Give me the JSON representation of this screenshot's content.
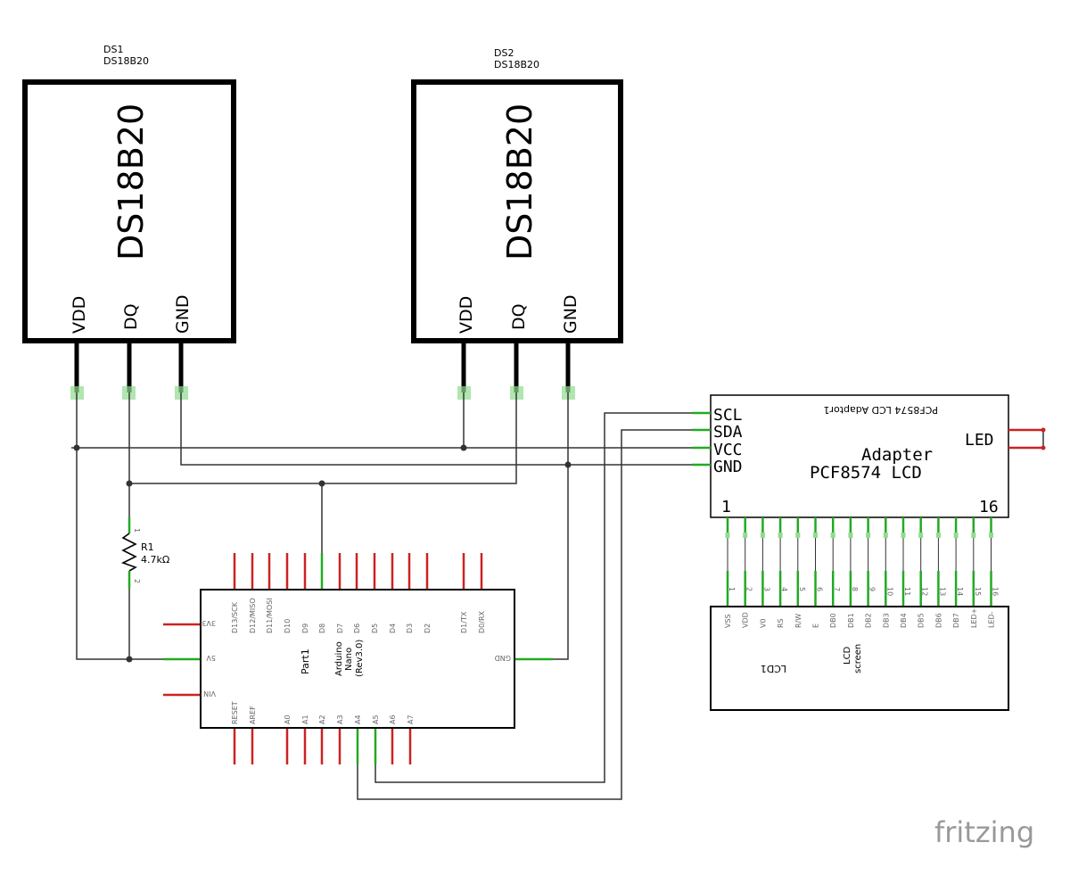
{
  "ds1": {
    "ref": "DS1",
    "part": "DS18B20",
    "body_label": "DS18B20",
    "pins": [
      "VDD",
      "DQ",
      "GND"
    ]
  },
  "ds2": {
    "ref": "DS2",
    "part": "DS18B20",
    "body_label": "DS18B20",
    "pins": [
      "VDD",
      "DQ",
      "GND"
    ]
  },
  "resistor": {
    "ref": "R1",
    "value": "4.7kΩ",
    "pin1": "1",
    "pin2": "2"
  },
  "arduino": {
    "ref": "Part1",
    "name_lines": [
      "Arduino",
      "Nano",
      "(Rev3.0)"
    ],
    "top_pins": [
      "D13/SCK",
      "D12/MISO",
      "D11/MOSI",
      "D10",
      "D9",
      "D8",
      "D7",
      "D6",
      "D5",
      "D4",
      "D3",
      "D2",
      "D1/TX",
      "D0/RX"
    ],
    "left_pins": [
      "3V3",
      "5V",
      "VIN"
    ],
    "right_pins": [
      "GND"
    ],
    "bottom_pins": [
      "RESET",
      "AREF",
      "A0",
      "A1",
      "A2",
      "A3",
      "A4",
      "A5",
      "A6",
      "A7"
    ]
  },
  "adapter": {
    "title": "PCF8574 LCD Adaptor1",
    "line1": "Adapter",
    "line2": "PCF8574 LCD",
    "left_pins": [
      "SCL",
      "SDA",
      "VCC",
      "GND"
    ],
    "right_label": "LED",
    "first_pin": "1",
    "last_pin": "16"
  },
  "lcd": {
    "ref": "LCD1",
    "label_lines": [
      "LCD",
      "screen"
    ],
    "pins": [
      "VSS",
      "VDD",
      "V0",
      "RS",
      "R/W",
      "E",
      "DB0",
      "DB1",
      "DB2",
      "DB3",
      "DB4",
      "DB5",
      "DB6",
      "DB7",
      "LED+",
      "LED-"
    ],
    "pin_numbers": [
      "1",
      "2",
      "3",
      "4",
      "5",
      "6",
      "7",
      "8",
      "9",
      "10",
      "11",
      "12",
      "13",
      "14",
      "15",
      "16"
    ]
  },
  "brand": "fritzing",
  "colors": {
    "pin_unconnected": "#cc2222",
    "pin_connected": "#22aa22",
    "wire": "#333333",
    "brand": "#999999"
  }
}
